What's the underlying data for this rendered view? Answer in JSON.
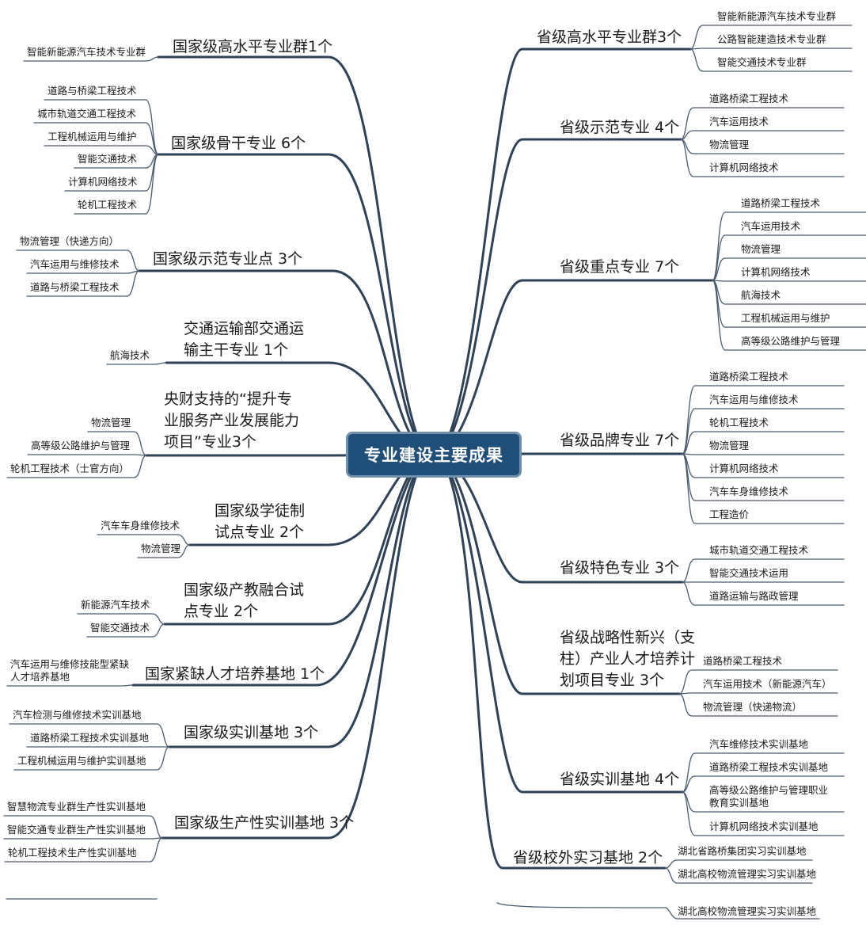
{
  "center": "专业建设主要成果",
  "left_branches": [
    {
      "label": [
        "国家级高水平专业群1个"
      ],
      "leaves": [
        [
          "智能新能源汽车技术专业群"
        ]
      ]
    },
    {
      "label": [
        "国家级骨干专业 6个"
      ],
      "leaves": [
        [
          "道路与桥梁工程技术"
        ],
        [
          "城市轨道交通工程技术"
        ],
        [
          "工程机械运用与维护"
        ],
        [
          "智能交通技术"
        ],
        [
          "计算机网络技术"
        ],
        [
          "轮机工程技术"
        ]
      ]
    },
    {
      "label": [
        "国家级示范专业点 3个"
      ],
      "leaves": [
        [
          "物流管理（快递方向）"
        ],
        [
          "汽车运用与维修技术"
        ],
        [
          "道路与桥梁工程技术"
        ]
      ]
    },
    {
      "label": [
        "交通运输部交通运",
        "输主干专业 1个"
      ],
      "leaves": [
        [
          "航海技术"
        ]
      ]
    },
    {
      "label": [
        "央财支持的“提升专",
        "业服务产业发展能力",
        "项目”专业3个"
      ],
      "leaves": [
        [
          "物流管理"
        ],
        [
          "高等级公路维护与管理"
        ],
        [
          "轮机工程技术（士官方向）"
        ]
      ]
    },
    {
      "label": [
        "国家级学徒制",
        "试点专业 2个"
      ],
      "leaves": [
        [
          "汽车车身维修技术"
        ],
        [
          "物流管理"
        ]
      ]
    },
    {
      "label": [
        "国家级产教融合试",
        "点专业 2个"
      ],
      "leaves": [
        [
          "新能源汽车技术"
        ],
        [
          "智能交通技术"
        ]
      ]
    },
    {
      "label": [
        "国家紧缺人才培养基地 1个"
      ],
      "leaves": [
        [
          "汽车运用与维修技能型紧缺",
          "人才培养基地"
        ]
      ]
    },
    {
      "label": [
        "国家级实训基地 3个"
      ],
      "leaves": [
        [
          "汽车检测与维修技术实训基地"
        ],
        [
          "道路桥梁工程技术实训基地"
        ],
        [
          "工程机械运用与维护实训基地"
        ]
      ]
    },
    {
      "label": [
        "国家级生产性实训基地 3个"
      ],
      "leaves": [
        [
          "智慧物流专业群生产性实训基地"
        ],
        [
          "智能交通专业群生产性实训基地"
        ],
        [
          "轮机工程技术生产性实训基地"
        ]
      ]
    }
  ],
  "right_branches": [
    {
      "label": [
        "省级高水平专业群3个"
      ],
      "leaves": [
        [
          "智能新能源汽车技术专业群"
        ],
        [
          "公路智能建造技术专业群"
        ],
        [
          "智能交通技术专业群"
        ]
      ]
    },
    {
      "label": [
        "省级示范专业 4个"
      ],
      "leaves": [
        [
          "道路桥梁工程技术"
        ],
        [
          "汽车运用技术"
        ],
        [
          "物流管理"
        ],
        [
          "计算机网络技术"
        ]
      ]
    },
    {
      "label": [
        "省级重点专业 7个"
      ],
      "leaves": [
        [
          "道路桥梁工程技术"
        ],
        [
          "汽车运用技术"
        ],
        [
          "物流管理"
        ],
        [
          "计算机网络技术"
        ],
        [
          "航海技术"
        ],
        [
          "工程机械运用与维护"
        ],
        [
          "高等级公路维护与管理"
        ]
      ]
    },
    {
      "label": [
        "省级品牌专业 7个"
      ],
      "leaves": [
        [
          "道路桥梁工程技术"
        ],
        [
          "汽车运用与维修技术"
        ],
        [
          "轮机工程技术"
        ],
        [
          "物流管理"
        ],
        [
          "计算机网络技术"
        ],
        [
          "汽车车身维修技术"
        ],
        [
          "工程造价"
        ]
      ]
    },
    {
      "label": [
        "省级特色专业 3个"
      ],
      "leaves": [
        [
          "城市轨道交通工程技术"
        ],
        [
          "智能交通技术运用"
        ],
        [
          "道路运输与路政管理"
        ]
      ]
    },
    {
      "label": [
        "省级战略性新兴（支",
        "柱）产业人才培养计",
        "划项目专业 3个"
      ],
      "leaves": [
        [
          "道路桥梁工程技术"
        ],
        [
          "汽车运用技术（新能源汽车）"
        ],
        [
          "物流管理（快递物流）"
        ]
      ]
    },
    {
      "label": [
        "省级实训基地 4个"
      ],
      "leaves": [
        [
          "汽车维修技术实训基地"
        ],
        [
          "道路桥梁工程技术实训基地"
        ],
        [
          "高等级公路维护与管理职业",
          "教育实训基地"
        ],
        [
          "计算机网络技术实训基地"
        ]
      ]
    },
    {
      "label": [
        "省级校外实习基地 2个"
      ],
      "leaves": [
        [
          "湖北省路桥集团实习实训基地"
        ],
        [
          "湖北高校物流管理实习实训基地"
        ]
      ]
    }
  ],
  "artifact_leaf": [
    "湖北高校物流管理实习实训基地"
  ],
  "colors": {
    "line": "#2e4258",
    "leaf_line": "#4a5b6e",
    "center_fill": "#1f4e79",
    "center_border": "#6f8fab"
  }
}
